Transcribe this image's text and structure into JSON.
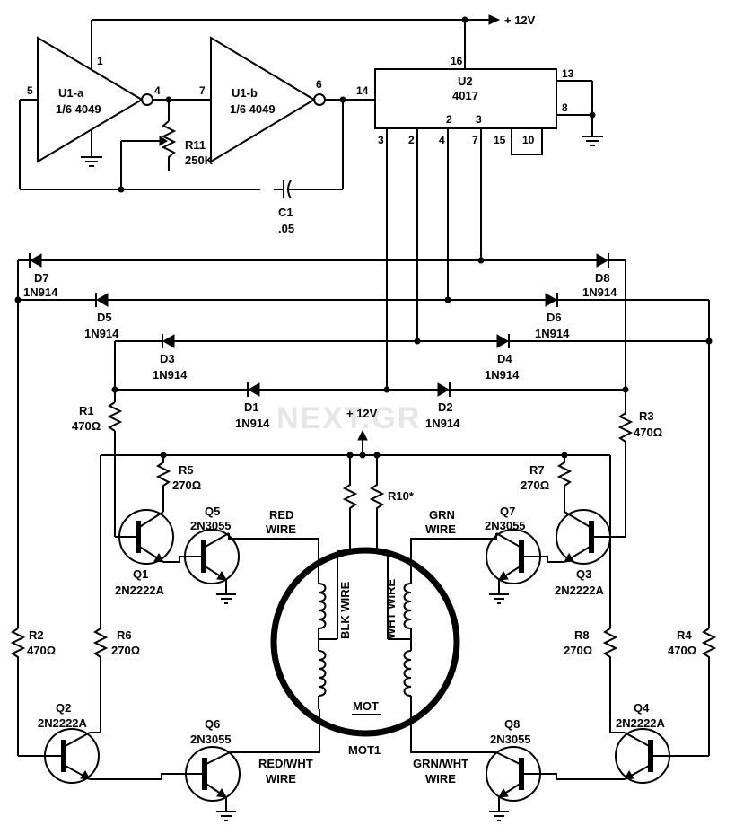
{
  "supply": {
    "top": "+ 12V",
    "mid": "+ 12V"
  },
  "u1a": {
    "name": "U1-a",
    "part": "1/6 4049",
    "pins": {
      "p1": "1",
      "p4": "4",
      "p5": "5"
    }
  },
  "u1b": {
    "name": "U1-b",
    "part": "1/6 4049",
    "pins": {
      "p7": "7",
      "p6": "6"
    }
  },
  "u2": {
    "name": "U2",
    "part": "4017",
    "pins": {
      "p16": "16",
      "p14": "14",
      "p13": "13",
      "p8": "8",
      "p3a": "3",
      "p2a": "2",
      "p2": "2",
      "p4": "4",
      "p7": "7",
      "p15": "15",
      "p10": "10",
      "p3b": "3"
    }
  },
  "r11": {
    "name": "R11",
    "value": "250K"
  },
  "c1": {
    "name": "C1",
    "value": ".05"
  },
  "diodes": {
    "d1": {
      "name": "D1",
      "part": "1N914"
    },
    "d2": {
      "name": "D2",
      "part": "1N914"
    },
    "d3": {
      "name": "D3",
      "part": "1N914"
    },
    "d4": {
      "name": "D4",
      "part": "1N914"
    },
    "d5": {
      "name": "D5",
      "part": "1N914"
    },
    "d6": {
      "name": "D6",
      "part": "1N914"
    },
    "d7": {
      "name": "D7",
      "part": "1N914"
    },
    "d8": {
      "name": "D8",
      "part": "1N914"
    }
  },
  "resistors": {
    "r1": {
      "name": "R1",
      "value": "470Ω"
    },
    "r2": {
      "name": "R2",
      "value": "470Ω"
    },
    "r3": {
      "name": "R3",
      "value": "470Ω"
    },
    "r4": {
      "name": "R4",
      "value": "470Ω"
    },
    "r5": {
      "name": "R5",
      "value": "270Ω"
    },
    "r6": {
      "name": "R6",
      "value": "270Ω"
    },
    "r7": {
      "name": "R7",
      "value": "270Ω"
    },
    "r8": {
      "name": "R8",
      "value": "270Ω"
    },
    "r10": {
      "name": "R10*"
    }
  },
  "transistors": {
    "q1": {
      "name": "Q1",
      "part": "2N2222A"
    },
    "q2": {
      "name": "Q2",
      "part": "2N2222A"
    },
    "q3": {
      "name": "Q3",
      "part": "2N2222A"
    },
    "q4": {
      "name": "Q4",
      "part": "2N2222A"
    },
    "q5": {
      "name": "Q5",
      "part": "2N3055"
    },
    "q6": {
      "name": "Q6",
      "part": "2N3055"
    },
    "q7": {
      "name": "Q7",
      "part": "2N3055"
    },
    "q8": {
      "name": "Q8",
      "part": "2N3055"
    }
  },
  "wires": {
    "red1": "RED",
    "red2": "WIRE",
    "grn1": "GRN",
    "grn2": "WIRE",
    "redwht1": "RED/WHT",
    "redwht2": "WIRE",
    "grnwht1": "GRN/WHT",
    "grnwht2": "WIRE",
    "blk": "BLK WIRE",
    "wht": "WHT WIRE"
  },
  "motor": {
    "label": "MOT",
    "ref": "MOT1"
  },
  "watermark": "NEXT.GR"
}
